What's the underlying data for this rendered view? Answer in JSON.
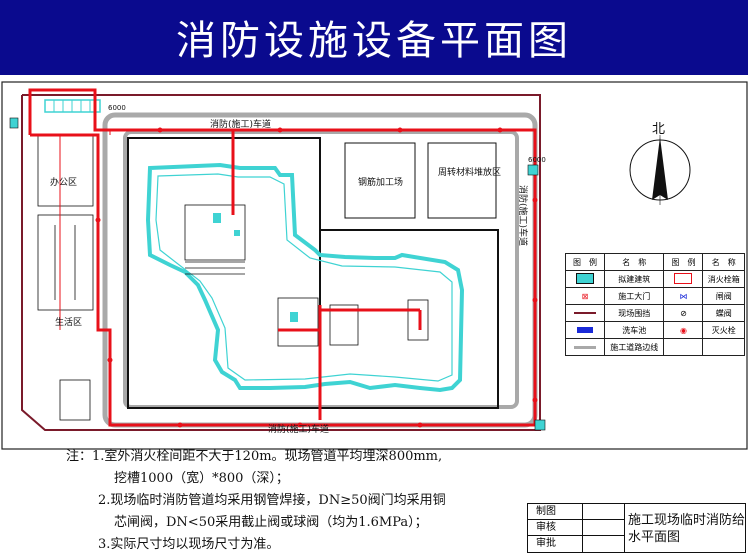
{
  "title": "消防设施设备平面图",
  "labels": {
    "north": "北",
    "road_top": "消防(施工)车道",
    "road_bottom": "消防(施工)车道",
    "road_right": "消防(施工)车道",
    "steel_yard": "钢筋加工场",
    "material_yard": "周转材料堆放区",
    "office": "办公区",
    "living": "生活区",
    "dim_top": "6000",
    "dim_right": "6000"
  },
  "legend": {
    "headers": [
      "图　例",
      "名　称",
      "图　例",
      "名　称"
    ],
    "rows": [
      [
        "拟建建筑",
        "消火栓箱"
      ],
      [
        "施工大门",
        "闸阀"
      ],
      [
        "现场围挡",
        "蝶阀"
      ],
      [
        "洗车池",
        "灭火栓"
      ],
      [
        "施工道路边线",
        ""
      ]
    ]
  },
  "notes": [
    "注：1.室外消火栓间距不大于120m。现场管道平均埋深800mm,",
    "挖槽1000（宽）*800（深）；",
    "2.现场临时消防管道均采用钢管焊接，DN≥50阀门均采用铜",
    "芯闸阀，DN<50采用截止阀或球阀（均为1.6MPa）；",
    "3.实际尺寸均以现场尺寸为准。"
  ],
  "title_block": {
    "rows": [
      "制图",
      "审核",
      "审批"
    ],
    "drawing_name": "施工现场临时消防给水平面图"
  },
  "colors": {
    "title_bg": "#0a0a8e",
    "pipe": "#e8101a",
    "building": "#3fd3d3",
    "road": "#a9a9a9",
    "fence": "#7a1a2a"
  }
}
